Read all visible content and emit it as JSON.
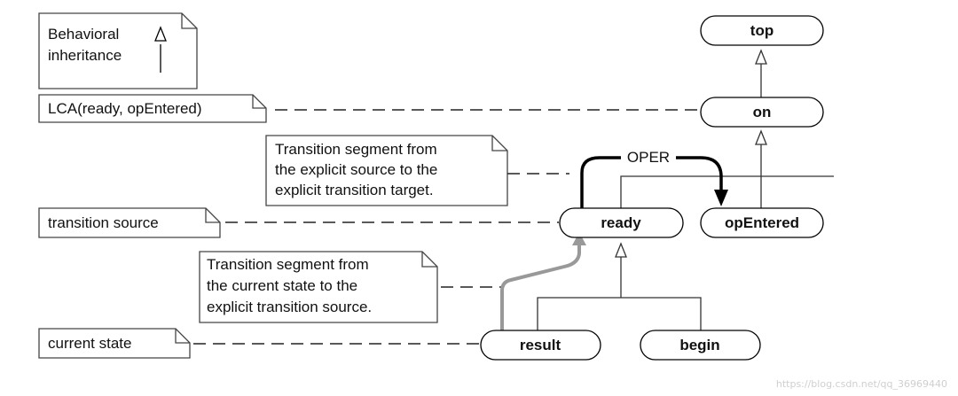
{
  "notes": {
    "behavioral_line1": "Behavioral",
    "behavioral_line2": "inheritance",
    "lca": "LCA(ready, opEntered)",
    "seg_explicit": [
      "Transition segment from",
      "the explicit source to the",
      "explicit transition target."
    ],
    "transition_source": "transition source",
    "seg_current": [
      "Transition segment from",
      "the current state to the",
      "explicit transition source."
    ],
    "current_state": "current state"
  },
  "states": {
    "top": "top",
    "on": "on",
    "ready": "ready",
    "opEntered": "opEntered",
    "result": "result",
    "begin": "begin"
  },
  "transition": {
    "label": "OPER"
  },
  "watermark": "https://blog.csdn.net/qq_36969440"
}
